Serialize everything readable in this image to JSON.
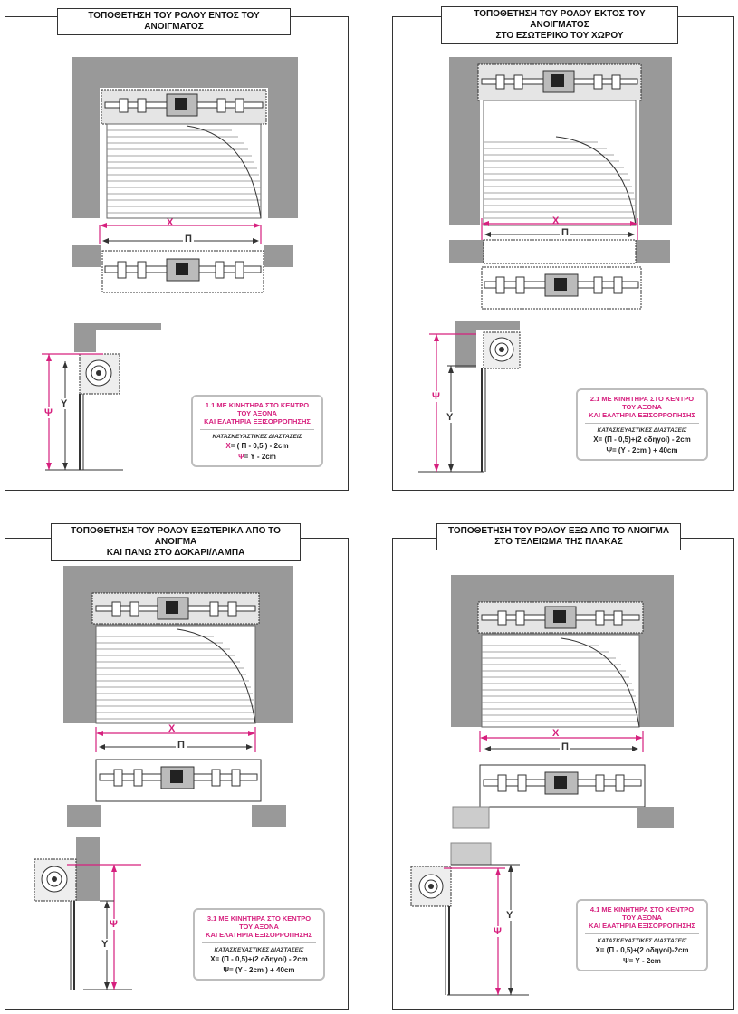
{
  "panels": [
    {
      "title_lines": [
        "ΤΟΠΟΘΕΤΗΣΗ ΤΟΥ ΡΟΛΟΥ ΕΝΤΟΣ ΤΟΥ ΑΝΟΙΓΜΑΤΟΣ"
      ],
      "box_title_lines": [
        "1.1 ΜΕ ΚΙΝΗΤΗΡΑ ΣΤΟ ΚΕΝΤΡΟ",
        "ΤΟΥ ΑΞΟΝΑ",
        "ΚΑΙ ΕΛΑΤΗΡΙΑ ΕΞΙΣΟΡΡΟΠΗΣΗΣ"
      ],
      "box_subtitle": "ΚΑΤΑΣΚΕΥΑΣΤΙΚΕΣ ΔΙΑΣΤΑΣΕΙΣ",
      "formula_x_var": "X",
      "formula_x_rest": "= ( Π - 0,5 ) - 2cm",
      "formula_y_var": "Ψ",
      "formula_y_rest": "= Υ - 2cm"
    },
    {
      "title_lines": [
        "ΤΟΠΟΘΕΤΗΣΗ ΤΟΥ ΡΟΛΟΥ ΕΚΤΟΣ ΤΟΥ ΑΝΟΙΓΜΑΤΟΣ",
        "ΣΤΟ ΕΣΩΤΕΡΙΚΟ ΤΟΥ ΧΩΡΟΥ"
      ],
      "box_title_lines": [
        "2.1 ΜΕ ΚΙΝΗΤΗΡΑ ΣΤΟ ΚΕΝΤΡΟ",
        "ΤΟΥ ΑΞΟΝΑ",
        "ΚΑΙ ΕΛΑΤΗΡΙΑ ΕΞΙΣΟΡΡΟΠΗΣΗΣ"
      ],
      "box_subtitle": "ΚΑΤΑΣΚΕΥΑΣΤΙΚΕΣ ΔΙΑΣΤΑΣΕΙΣ",
      "formula_x_var": "",
      "formula_x_rest": "X= (Π - 0,5)+(2 οδηγοί) - 2cm",
      "formula_y_var": "",
      "formula_y_rest": "Ψ= (Υ - 2cm ) + 40cm"
    },
    {
      "title_lines": [
        "ΤΟΠΟΘΕΤΗΣΗ ΤΟΥ ΡΟΛΟΥ ΕΞΩΤΕΡΙΚΑ ΑΠΟ ΤΟ ΑΝΟΙΓΜΑ",
        "ΚΑΙ ΠΑΝΩ ΣΤΟ ΔΟΚΑΡΙ/ΛΑΜΠΑ"
      ],
      "box_title_lines": [
        "3.1 ΜΕ ΚΙΝΗΤΗΡΑ ΣΤΟ ΚΕΝΤΡΟ",
        "ΤΟΥ ΑΞΟΝΑ",
        "ΚΑΙ ΕΛΑΤΗΡΙΑ ΕΞΙΣΟΡΡΟΠΗΣΗΣ"
      ],
      "box_subtitle": "ΚΑΤΑΣΚΕΥΑΣΤΙΚΕΣ ΔΙΑΣΤΑΣΕΙΣ",
      "formula_x_var": "",
      "formula_x_rest": "X= (Π - 0,5)+(2 οδηγοί) - 2cm",
      "formula_y_var": "",
      "formula_y_rest": "Ψ= (Υ - 2cm ) + 40cm"
    },
    {
      "title_lines": [
        "ΤΟΠΟΘΕΤΗΣΗ ΤΟΥ ΡΟΛΟΥ ΕΞΩ ΑΠΟ ΤΟ ΑΝΟΙΓΜΑ",
        "ΣΤΟ ΤΕΛΕΙΩΜΑ ΤΗΣ ΠΛΑΚΑΣ"
      ],
      "box_title_lines": [
        "4.1 ΜΕ ΚΙΝΗΤΗΡΑ ΣΤΟ ΚΕΝΤΡΟ",
        "ΤΟΥ ΑΞΟΝΑ",
        "ΚΑΙ ΕΛΑΤΗΡΙΑ ΕΞΙΣΟΡΡΟΠΗΣΗΣ"
      ],
      "box_subtitle": "ΚΑΤΑΣΚΕΥΑΣΤΙΚΕΣ ΔΙΑΣΤΑΣΕΙΣ",
      "formula_x_var": "",
      "formula_x_rest": "X= (Π - 0,5)+(2 οδηγοί)-2cm",
      "formula_y_var": "",
      "formula_y_rest": "Ψ= Υ - 2cm"
    }
  ],
  "labels": {
    "x": "X",
    "p": "Π",
    "psi": "Ψ",
    "y": "Y"
  },
  "colors": {
    "accent": "#d6207e",
    "wall": "#999999",
    "box_border": "#bdbdbd"
  }
}
